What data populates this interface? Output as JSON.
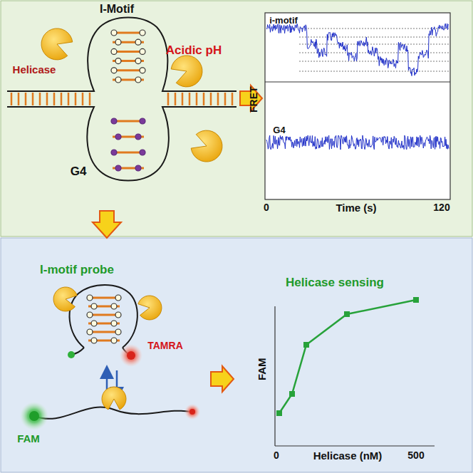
{
  "diagram": {
    "labels": [
      "I-Motif",
      "Acidic pH",
      "Helicase",
      "G4",
      "i-motif",
      "FRET",
      "G4",
      "0",
      "Time (s)",
      "120",
      "I-motif probe",
      "TAMRA",
      "FAM",
      "Helicase sensing",
      "FAM",
      "0",
      "Helicase (nM)",
      "500"
    ]
  }
}
